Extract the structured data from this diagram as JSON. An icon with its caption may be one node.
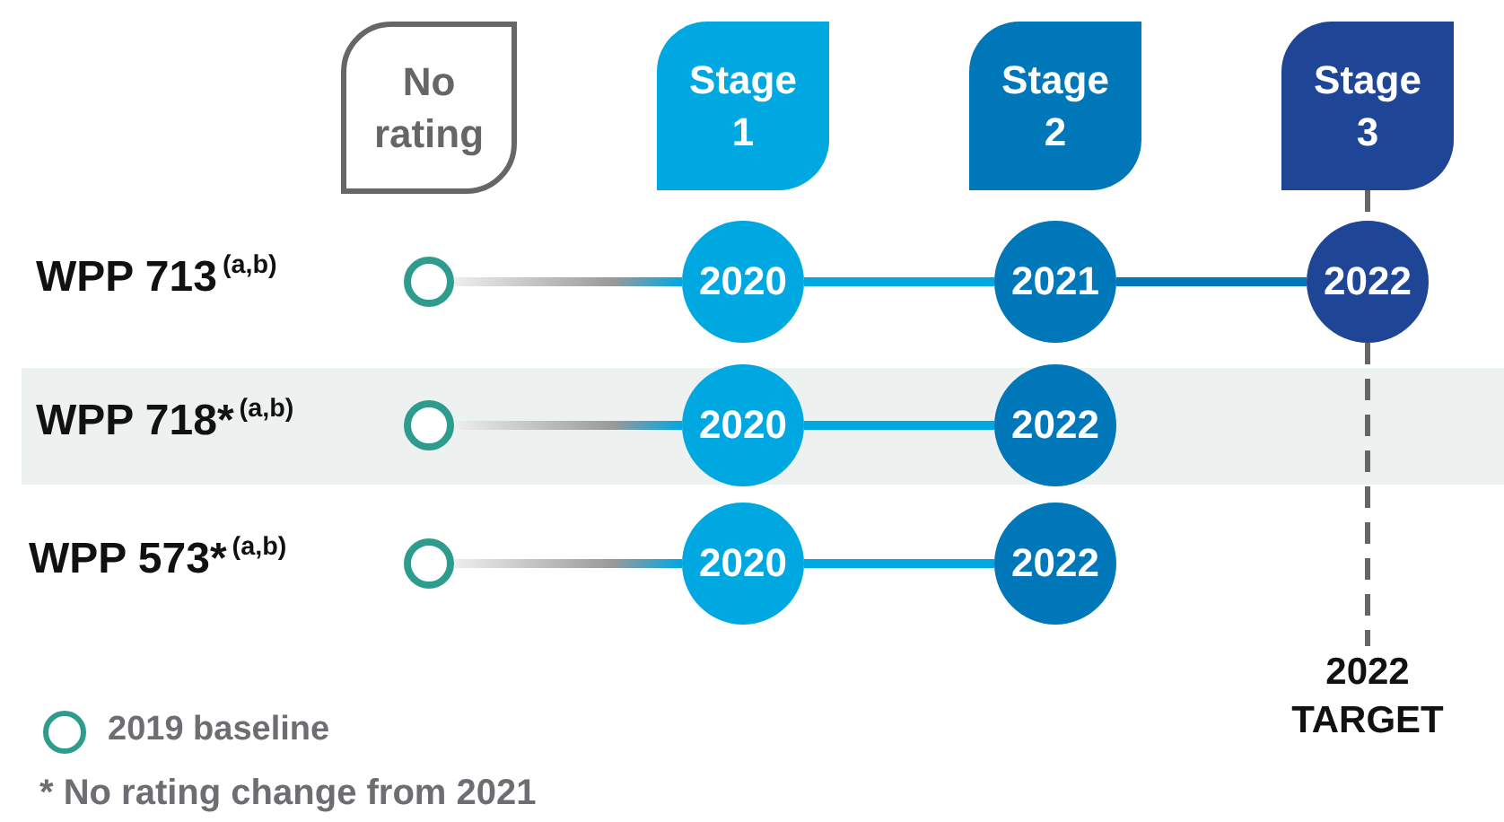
{
  "diagram": {
    "nodes": [
      {
        "text": [
          "No rating"
        ]
      },
      {
        "text": [
          "Stage 1"
        ]
      },
      {
        "text": [
          "Stage 2"
        ]
      },
      {
        "text": [
          "Stage 3"
        ]
      },
      {
        "text": [],
        "shape": "circle"
      },
      {
        "text": [
          "2020"
        ]
      },
      {
        "text": [
          "2021"
        ]
      },
      {
        "text": [
          "2022"
        ]
      },
      {
        "text": [],
        "shape": "circle"
      },
      {
        "text": [
          "2020"
        ]
      },
      {
        "text": [
          "2022"
        ]
      },
      {
        "text": [],
        "shape": "circle"
      },
      {
        "text": [
          "2020"
        ]
      },
      {
        "text": [
          "2022"
        ]
      },
      {
        "text": [
          "2022 TARGET"
        ]
      }
    ],
    "edges": [
      {
        "from": 4,
        "to": 5,
        "arrow": "none",
        "color": "#999999"
      },
      {
        "from": 5,
        "to": 6,
        "arrow": "none"
      },
      {
        "from": 6,
        "to": 7,
        "arrow": "none",
        "color": "#0077b8"
      },
      {
        "from": 8,
        "to": 9,
        "arrow": "none",
        "color": "#999999"
      },
      {
        "from": 9,
        "to": 10,
        "arrow": "none"
      },
      {
        "from": 11,
        "to": 12,
        "arrow": "none",
        "color": "#999999"
      },
      {
        "from": 12,
        "to": 13,
        "arrow": "none"
      },
      {
        "from": 3,
        "to": 7,
        "arrow": "none",
        "style": "dashed",
        "color": "#666666"
      },
      {
        "from": 7,
        "to": 14,
        "arrow": "none",
        "style": "dashed",
        "color": "#666666"
      }
    ],
    "labels": [
      "WPP 713$^{(a,b)}$",
      "WPP 718*$^{(a,b)}$",
      "WPP 573*$^{(a,b)}$",
      "* No rating change from 2021"
    ],
    "legend": [
      {
        "text": "2019 baseline"
      }
    ]
  }
}
